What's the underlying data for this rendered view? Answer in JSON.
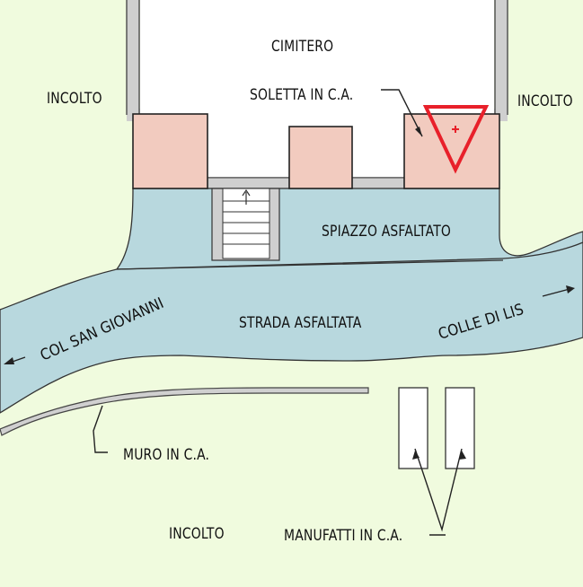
{
  "labels": {
    "cimitero": "CIMITERO",
    "soletta": "SOLETTA IN C.A.",
    "incolto_left": "INCOLTO",
    "incolto_right": "INCOLTO",
    "incolto_bottom": "INCOLTO",
    "spiazzo": "SPIAZZO ASFALTATO",
    "strada": "STRADA ASFALTATA",
    "col_san_giovanni": "COL SAN GIOVANNI",
    "colle_di_lis": "COLLE DI LIS",
    "muro": "MURO IN C.A.",
    "manufatti": "MANUFATTI IN C.A."
  },
  "colors": {
    "background": "#f0fbde",
    "asphalt": "#b8d8de",
    "concrete_pink": "#f2cbbf",
    "wall_gray": "#c8c8c8",
    "marker_red": "#e8202a"
  },
  "icons": {
    "location_marker": "red-inverted-triangle-with-cross",
    "arrow": "direction-arrow"
  }
}
